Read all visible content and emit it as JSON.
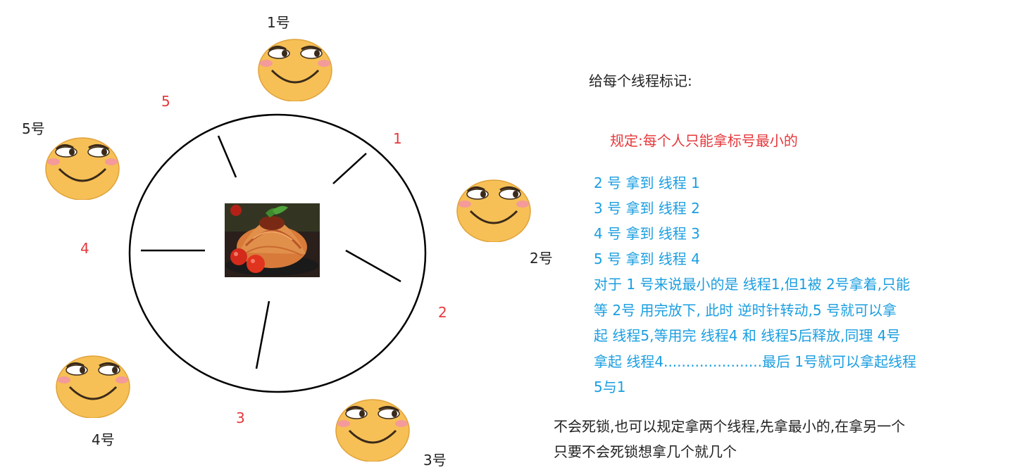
{
  "philosophers": [
    {
      "id": "p1",
      "label": "1号"
    },
    {
      "id": "p2",
      "label": "2号"
    },
    {
      "id": "p3",
      "label": "3号"
    },
    {
      "id": "p4",
      "label": "4号"
    },
    {
      "id": "p5",
      "label": "5号"
    }
  ],
  "chopsticks": [
    "1",
    "2",
    "3",
    "4",
    "5"
  ],
  "icons": {
    "face": "grinning-emoji-face-icon",
    "food": "spaghetti-plate-icon"
  },
  "colors": {
    "red": "#e5383b",
    "blue": "#1a9ee0",
    "text": "#222222",
    "face_fill": "#f6c056"
  },
  "notes": {
    "title": "给每个线程标记:",
    "rule": "规定:每个人只能拿标号最小的",
    "steps": [
      "2 号  拿到  线程 1",
      "3 号  拿到  线程 2",
      "4 号  拿到  线程 3",
      "5 号  拿到  线程  4"
    ],
    "explanation_lines": [
      "对于 1 号来说最小的是 线程1,但1被 2号拿着,只能",
      "等 2号 用完放下, 此时 逆时针转动,5 号就可以拿",
      "起 线程5,等用完 线程4 和 线程5后释放,同理 4号",
      "拿起 线程4......................最后 1号就可以拿起线程",
      "5与1"
    ],
    "conclusion_lines": [
      "不会死锁,也可以规定拿两个线程,先拿最小的,在拿另一个",
      "只要不会死锁想拿几个就几个"
    ]
  }
}
